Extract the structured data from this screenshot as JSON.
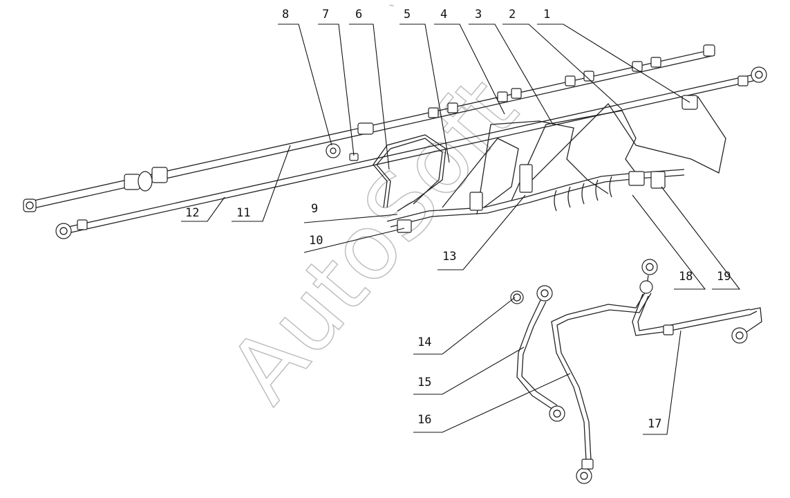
{
  "watermark": "AutoSoft",
  "top_mark": "~",
  "callouts": [
    "1",
    "2",
    "3",
    "4",
    "5",
    "6",
    "7",
    "8",
    "9",
    "10",
    "11",
    "12",
    "13",
    "14",
    "15",
    "16",
    "17",
    "18",
    "19"
  ]
}
